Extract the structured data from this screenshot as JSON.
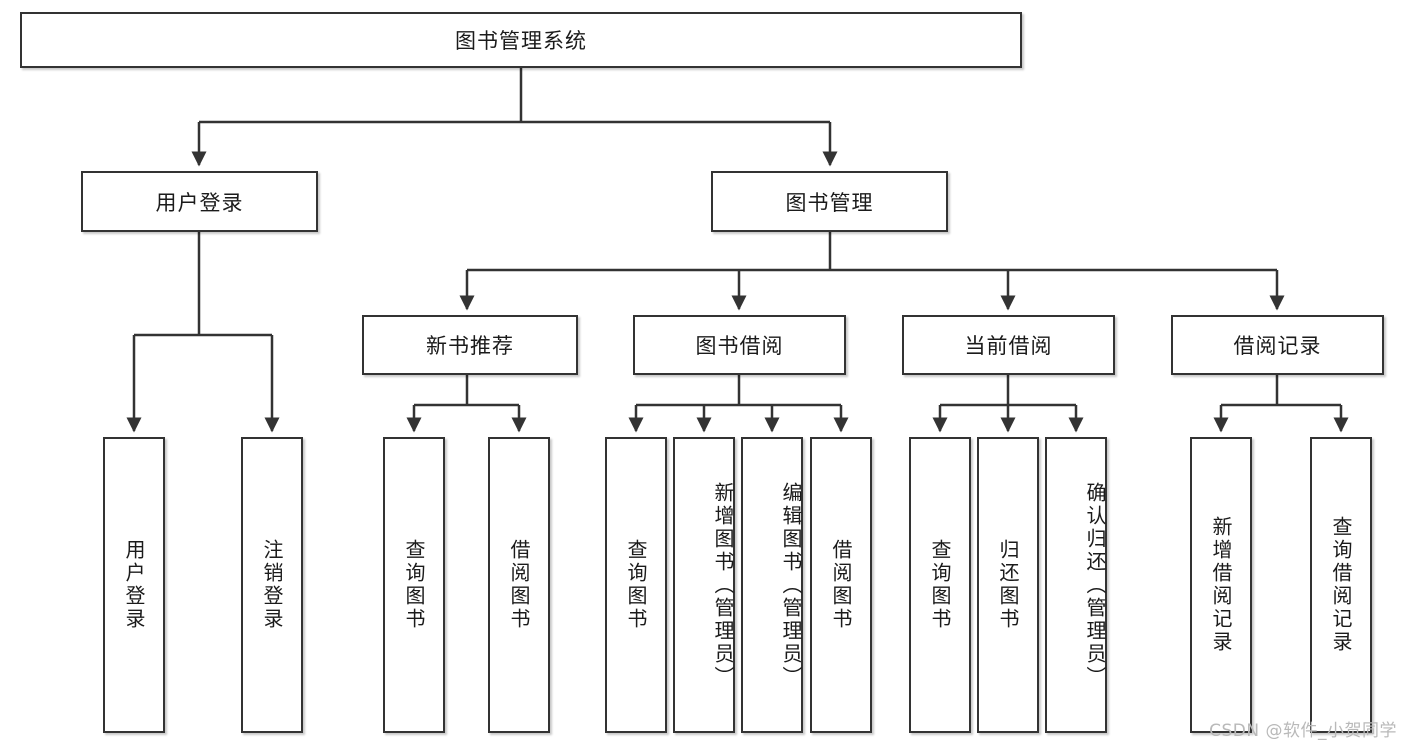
{
  "diagram": {
    "title": "图书管理系统",
    "type": "功能结构图",
    "colors": {
      "stroke": "#333333",
      "fill": "#ffffff",
      "text": "#1b1b1b",
      "watermark": "#b9b9b9"
    },
    "root": {
      "label": "图书管理系统"
    },
    "level2": [
      {
        "label": "用户登录"
      },
      {
        "label": "图书管理"
      }
    ],
    "level3": [
      {
        "label": "新书推荐"
      },
      {
        "label": "图书借阅"
      },
      {
        "label": "当前借阅"
      },
      {
        "label": "借阅记录"
      }
    ],
    "leaves": {
      "user_login": [
        {
          "label": "用户登录"
        },
        {
          "label": "注销登录"
        }
      ],
      "new_book_recommend": [
        {
          "label": "查询图书"
        },
        {
          "label": "借阅图书"
        }
      ],
      "book_borrow": [
        {
          "label": "查询图书"
        },
        {
          "label": "新增图书（管理员）"
        },
        {
          "label": "编辑图书（管理员）"
        },
        {
          "label": "借阅图书"
        }
      ],
      "current_borrow": [
        {
          "label": "查询图书"
        },
        {
          "label": "归还图书"
        },
        {
          "label": "确认归还（管理员）"
        }
      ],
      "borrow_record": [
        {
          "label": "新增借阅记录"
        },
        {
          "label": "查询借阅记录"
        }
      ]
    }
  },
  "watermark": {
    "text": "CSDN @软件_小贺同学"
  }
}
